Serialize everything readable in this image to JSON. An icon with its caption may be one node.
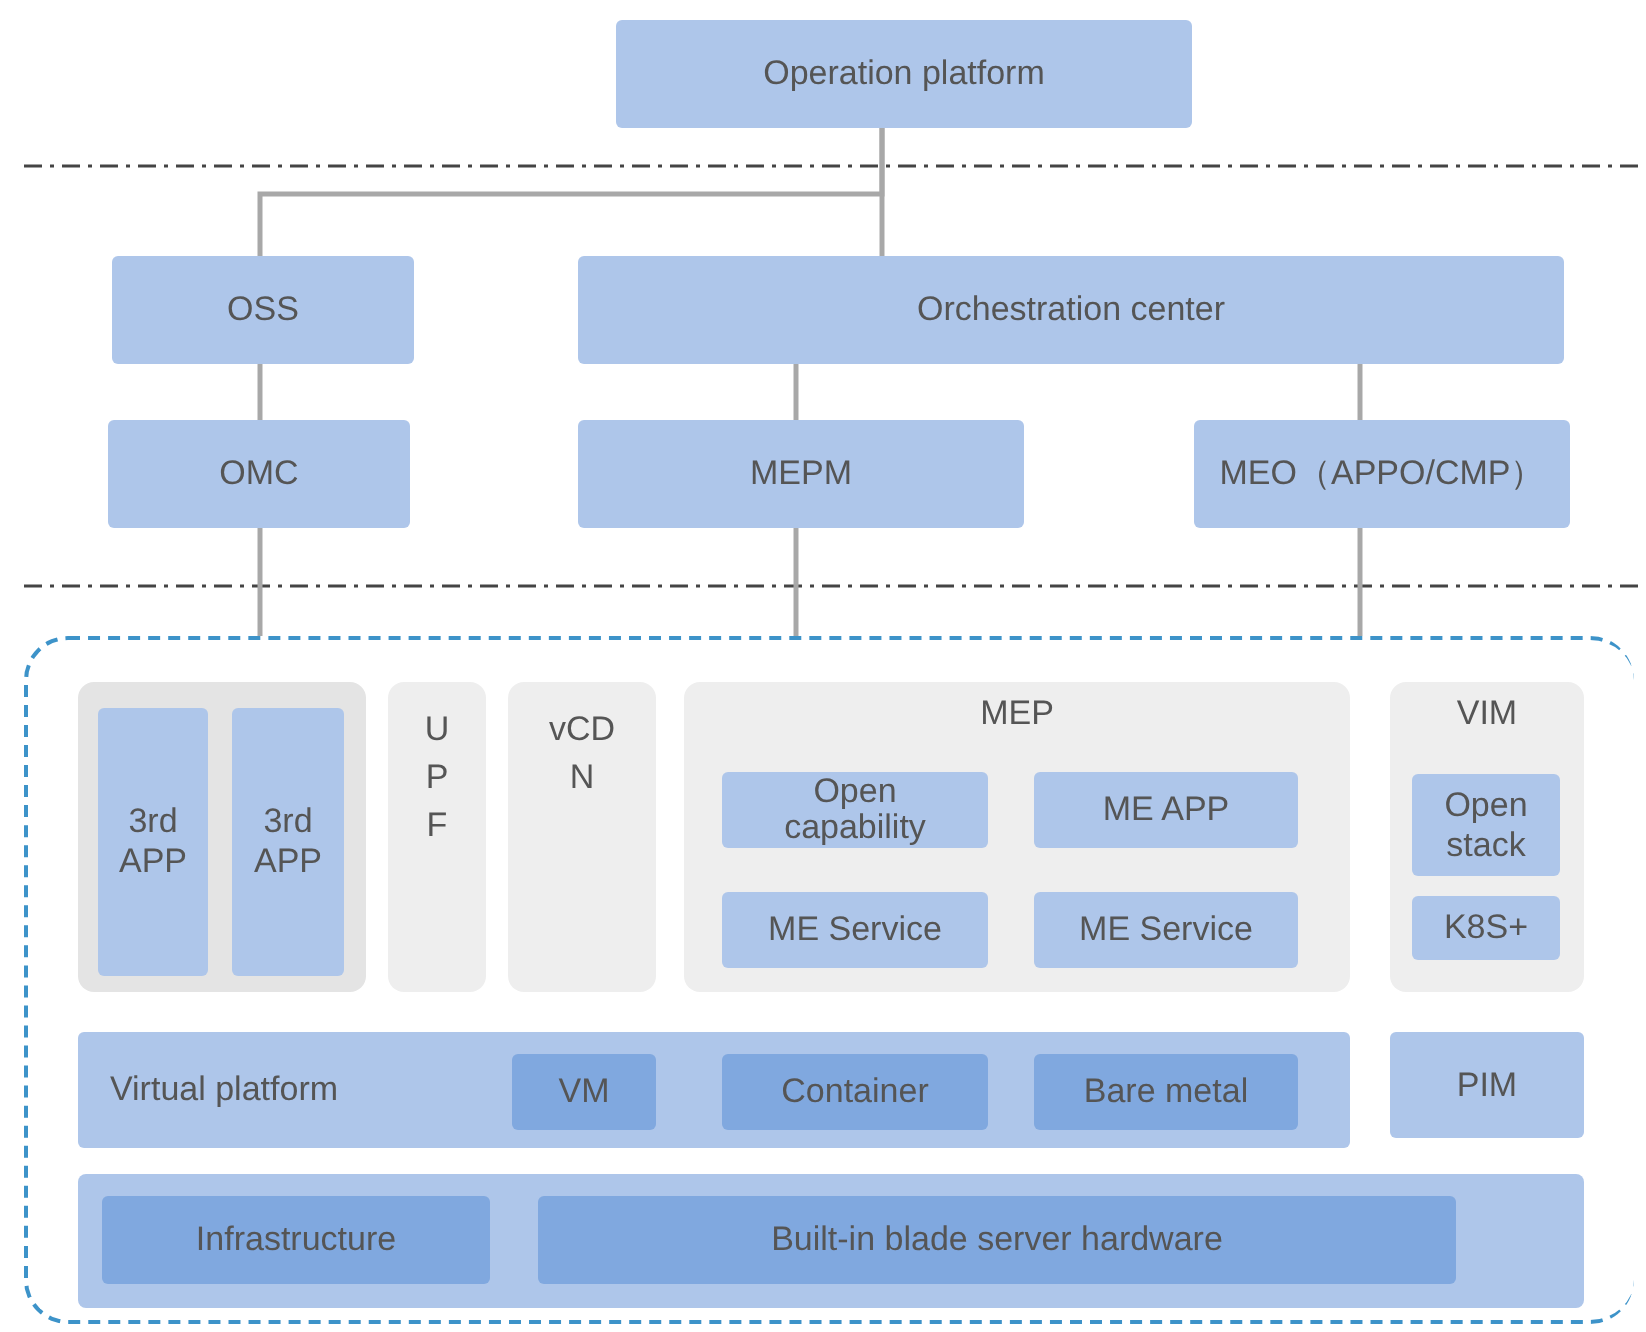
{
  "diagram": {
    "nodes": [
      {
        "text": [
          "Operation platform"
        ]
      },
      {
        "text": [
          "OSS"
        ]
      },
      {
        "text": [
          "Orchestration center"
        ]
      },
      {
        "text": [
          "OMC"
        ]
      },
      {
        "text": [
          "MEPM"
        ]
      },
      {
        "text": [
          "MEO（APPO/CMP）"
        ]
      },
      {
        "text": [],
        "shape": "box"
      },
      {
        "text": [],
        "shape": "box",
        "in": 6
      },
      {
        "text": [
          "3rd APP"
        ],
        "in": 7
      },
      {
        "text": [
          "3rd APP"
        ],
        "in": 7
      },
      {
        "text": [
          "UPF"
        ],
        "in": 6
      },
      {
        "text": [
          "vCDN"
        ],
        "in": 6
      },
      {
        "text": [
          "MEP"
        ],
        "in": 6
      },
      {
        "text": [
          "Open capability"
        ],
        "in": 12
      },
      {
        "text": [
          "ME APP"
        ],
        "in": 12
      },
      {
        "text": [
          "ME Service"
        ],
        "in": 12
      },
      {
        "text": [
          "ME Service"
        ],
        "in": 12
      },
      {
        "text": [
          "VIM"
        ],
        "in": 6
      },
      {
        "text": [
          "Openstack"
        ],
        "in": 17
      },
      {
        "text": [
          "K8S+"
        ],
        "in": 17
      },
      {
        "text": [
          "Virtual platform"
        ],
        "in": 6
      },
      {
        "text": [
          "VM"
        ],
        "in": 20
      },
      {
        "text": [
          "Container"
        ],
        "in": 20
      },
      {
        "text": [
          "Bare metal"
        ],
        "in": 20
      },
      {
        "text": [
          "PIM"
        ],
        "in": 6
      },
      {
        "text": [],
        "shape": "box",
        "in": 6
      },
      {
        "text": [
          "Infrastructure"
        ],
        "in": 25
      },
      {
        "text": [
          "Built-in blade server hardware"
        ],
        "in": 25
      }
    ],
    "edges": [
      {
        "from": 0,
        "to": 1,
        "arrow": "none"
      },
      {
        "from": 0,
        "to": 2,
        "arrow": "none"
      },
      {
        "from": 1,
        "to": 3,
        "arrow": "none"
      },
      {
        "from": 2,
        "to": 4,
        "arrow": "none"
      },
      {
        "from": 2,
        "to": 5,
        "arrow": "none"
      },
      {
        "from": 3,
        "to": 6,
        "arrow": "none"
      },
      {
        "from": 4,
        "to": 6,
        "arrow": "none"
      },
      {
        "from": 5,
        "to": 6,
        "arrow": "none"
      }
    ]
  }
}
